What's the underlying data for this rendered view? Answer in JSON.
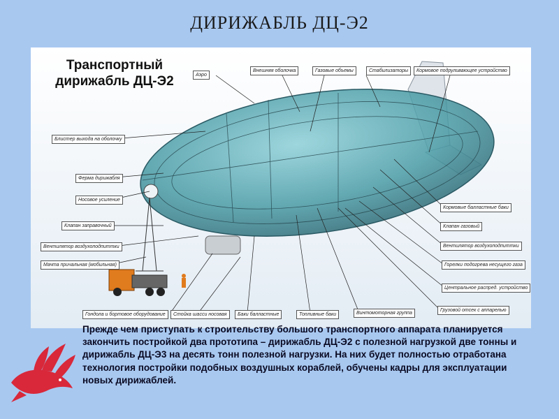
{
  "slide": {
    "title": "ДИРИЖАБЛЬ ДЦ-Э2",
    "figure_title": "Транспортный дирижабль ДЦ-Э2",
    "labels": {
      "air": "Аэро",
      "outer_shell": "Внешняя оболочка",
      "gas_volumes": "Газовые объемы",
      "stabilizers": "Стабилизаторы",
      "stern_steering": "Кормовое подруливающее устройство",
      "blister": "Блистер выхода на оболочку",
      "truss": "Ферма дирижабля",
      "nose_reinforce": "Носовое усиление",
      "fill_valve": "Клапан заправочный",
      "vent_air_left": "Вентилятор воздухоподпиттки",
      "mooring_mast": "Мачта причальная (мобильная)",
      "gondola": "Гондола и бортовое оборудование",
      "chassis": "Стойка шасси носовая",
      "ballast_tanks": "Баки балластные",
      "fuel_tanks": "Топливные баки",
      "propeller_group": "Винтомоторная группа",
      "cargo_bay": "Грузовой отсек с аппарелью",
      "central_distribution": "Центральное распред. устройство",
      "lift_gas_burners": "Горелки подогрева несущего газа",
      "vent_air_right": "Вентилятор воздухоподпиттки",
      "gas_valve": "Клапан газовый",
      "stern_ballast": "Кормовые балластные баки"
    },
    "body_text": "Прежде чем приступать к строительству большого транспортного аппарата планируется закончить постройкой два прототипа – дирижабль ДЦ-Э2 с полезной нагрузкой две тонны и дирижабль ДЦ-Э3 на десять тонн полезной нагрузки. На них будет полностью отработана технология постройки подобных воздушных кораблей, обучены кадры для эксплуатации новых дирижаблей."
  },
  "colors": {
    "background": "#a8c8f0",
    "hull": "#3f8f9a",
    "logo": "#d8283a"
  }
}
